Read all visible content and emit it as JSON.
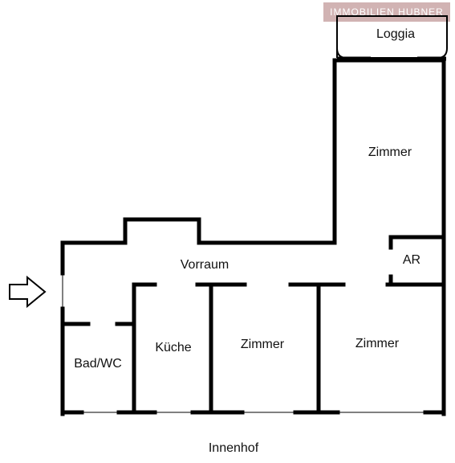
{
  "watermark": "IMMOBILIEN HUBNER",
  "rooms": {
    "loggia": "Loggia",
    "zimmer_top": "Zimmer",
    "vorraum": "Vorraum",
    "ar": "AR",
    "bad_wc": "Bad/WC",
    "kueche": "Küche",
    "zimmer_mid": "Zimmer",
    "zimmer_right": "Zimmer"
  },
  "outside": {
    "courtyard": "Innenhof"
  },
  "icons": {
    "entrance": "arrow-right-icon"
  }
}
